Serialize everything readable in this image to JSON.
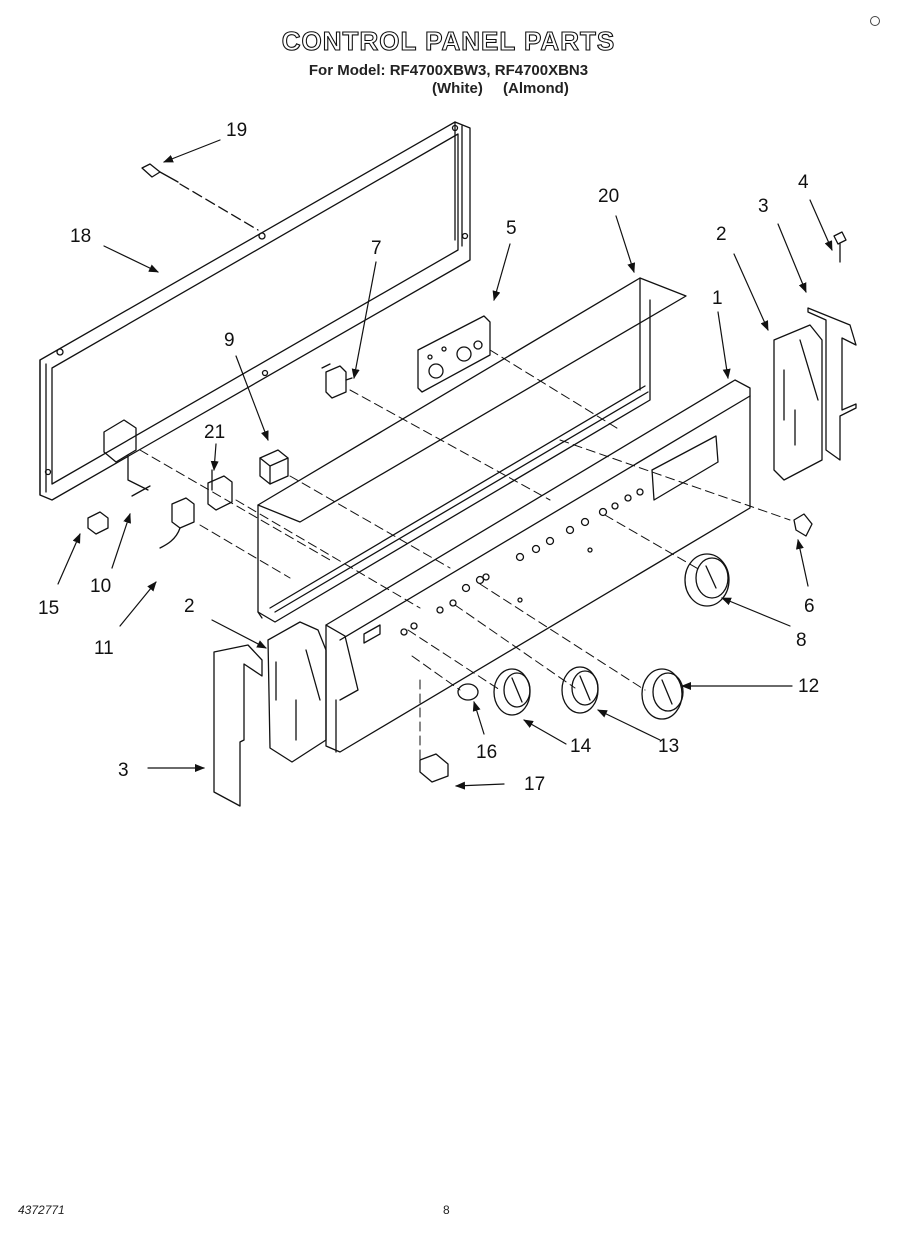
{
  "title": "CONTROL PANEL PARTS",
  "subtitle": "For Model: RF4700XBW3, RF4700XBN3",
  "variants": [
    "(White)",
    "(Almond)"
  ],
  "callouts": {
    "c1": "1",
    "c2a": "2",
    "c2b": "2",
    "c3a": "3",
    "c3b": "3",
    "c4": "4",
    "c5": "5",
    "c6": "6",
    "c7": "7",
    "c8": "8",
    "c9": "9",
    "c10": "10",
    "c11": "11",
    "c12": "12",
    "c13": "13",
    "c14": "14",
    "c15": "15",
    "c16": "16",
    "c17": "17",
    "c18": "18",
    "c19": "19",
    "c20": "20",
    "c21": "21"
  },
  "footer": {
    "doc_number": "4372771",
    "page": "8"
  }
}
